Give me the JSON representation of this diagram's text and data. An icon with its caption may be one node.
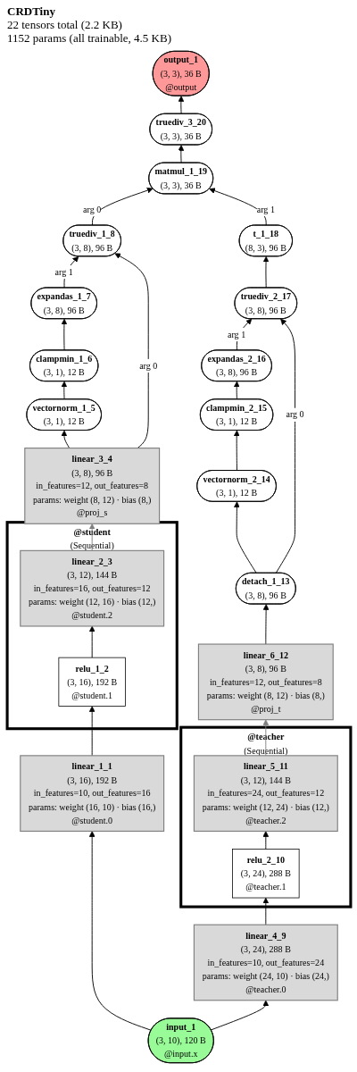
{
  "diagram": {
    "title": "CRDTiny",
    "labels": [
      "22 tensors total (2.2 KB)",
      "1152 params (all trainable, 4.5 KB)"
    ],
    "nodes": [
      {
        "text": [
          "output_1",
          "(3, 3), 36 B",
          "@output"
        ]
      },
      {
        "text": [
          "truediv_3_20",
          "(3, 3), 36 B"
        ]
      },
      {
        "text": [
          "matmul_1_19",
          "(3, 3), 36 B"
        ]
      },
      {
        "text": [
          "t_1_18",
          "(8, 3), 96 B"
        ]
      },
      {
        "text": [
          "truediv_2_17",
          "(3, 8), 96 B"
        ]
      },
      {
        "text": [
          "truediv_1_8",
          "(3, 8), 96 B"
        ]
      },
      {
        "text": [
          "expandas_2_16",
          "(3, 8), 96 B"
        ]
      },
      {
        "text": [
          "expandas_1_7",
          "(3, 8), 96 B"
        ]
      },
      {
        "text": [
          "clampmin_2_15",
          "(3, 1), 12 B"
        ]
      },
      {
        "text": [
          "clampmin_1_6",
          "(3, 1), 12 B"
        ]
      },
      {
        "text": [
          "vectornorm_2_14",
          "(3, 1), 12 B"
        ]
      },
      {
        "text": [
          "vectornorm_1_5",
          "(3, 1), 12 B"
        ]
      },
      {
        "text": [
          "detach_1_13",
          "(3, 8), 96 B"
        ]
      },
      {
        "text": [
          "linear_3_4",
          "(3, 8), 96 B",
          "in_features=12, out_features=8",
          "params: weight (8, 12) · bias (8,)",
          "@proj_s"
        ]
      },
      {
        "text": [
          "linear_6_12",
          "(3, 8), 96 B",
          "in_features=12, out_features=8",
          "params: weight (8, 12) · bias (8,)",
          "@proj_t"
        ]
      },
      {
        "text": [
          "@student",
          "(Sequential)"
        ]
      },
      {
        "text": [
          "linear_2_3",
          "(3, 12), 144 B",
          "in_features=16, out_features=12",
          "params: weight (12, 16) · bias (12,)",
          "@student.2"
        ],
        "in": 15
      },
      {
        "text": [
          "relu_1_2",
          "(3, 16), 192 B",
          "@student.1"
        ],
        "in": 15
      },
      {
        "text": [
          "@teacher",
          "(Sequential)"
        ]
      },
      {
        "text": [
          "linear_5_11",
          "(3, 12), 144 B",
          "in_features=24, out_features=12",
          "params: weight (12, 24) · bias (12,)",
          "@teacher.2"
        ],
        "in": 18
      },
      {
        "text": [
          "relu_2_10",
          "(3, 24), 288 B",
          "@teacher.1"
        ],
        "in": 18
      },
      {
        "text": [
          "linear_1_1",
          "(3, 16), 192 B",
          "in_features=10, out_features=16",
          "params: weight (16, 10) · bias (16,)",
          "@student.0"
        ]
      },
      {
        "text": [
          "linear_4_9",
          "(3, 24), 288 B",
          "in_features=10, out_features=24",
          "params: weight (24, 10) · bias (24,)",
          "@teacher.0"
        ]
      },
      {
        "text": [
          "input_1",
          "(3, 10), 120 B",
          "@input.x"
        ]
      }
    ],
    "edges": [
      {
        "from": 23,
        "to": 21,
        "arrow": "to"
      },
      {
        "from": 23,
        "to": 22,
        "arrow": "to"
      },
      {
        "from": 21,
        "to": 17,
        "arrow": "to"
      },
      {
        "from": 17,
        "to": 16,
        "arrow": "to"
      },
      {
        "from": 16,
        "to": 13,
        "arrow": "to",
        "color": "#808080"
      },
      {
        "from": 13,
        "to": 11,
        "arrow": "to"
      },
      {
        "from": 11,
        "to": 9,
        "arrow": "to"
      },
      {
        "from": 9,
        "to": 7,
        "arrow": "to"
      },
      {
        "from": 7,
        "to": 5,
        "arrow": "to",
        "label": "arg 1"
      },
      {
        "from": 13,
        "to": 5,
        "arrow": "to",
        "label": "arg 0"
      },
      {
        "from": 5,
        "to": 2,
        "arrow": "to",
        "label": "arg 0"
      },
      {
        "from": 22,
        "to": 20,
        "arrow": "to"
      },
      {
        "from": 20,
        "to": 19,
        "arrow": "to"
      },
      {
        "from": 19,
        "to": 14,
        "arrow": "to",
        "color": "#808080"
      },
      {
        "from": 14,
        "to": 12,
        "arrow": "to"
      },
      {
        "from": 12,
        "to": 10,
        "arrow": "to"
      },
      {
        "from": 10,
        "to": 8,
        "arrow": "to"
      },
      {
        "from": 8,
        "to": 6,
        "arrow": "to"
      },
      {
        "from": 6,
        "to": 4,
        "arrow": "to",
        "label": "arg 1"
      },
      {
        "from": 12,
        "to": 4,
        "arrow": "to",
        "label": "arg 0"
      },
      {
        "from": 4,
        "to": 3,
        "arrow": "to"
      },
      {
        "from": 3,
        "to": 2,
        "arrow": "to",
        "label": "arg 1"
      },
      {
        "from": 2,
        "to": 1,
        "arrow": "to"
      },
      {
        "from": 1,
        "to": 0,
        "arrow": "to"
      }
    ]
  }
}
